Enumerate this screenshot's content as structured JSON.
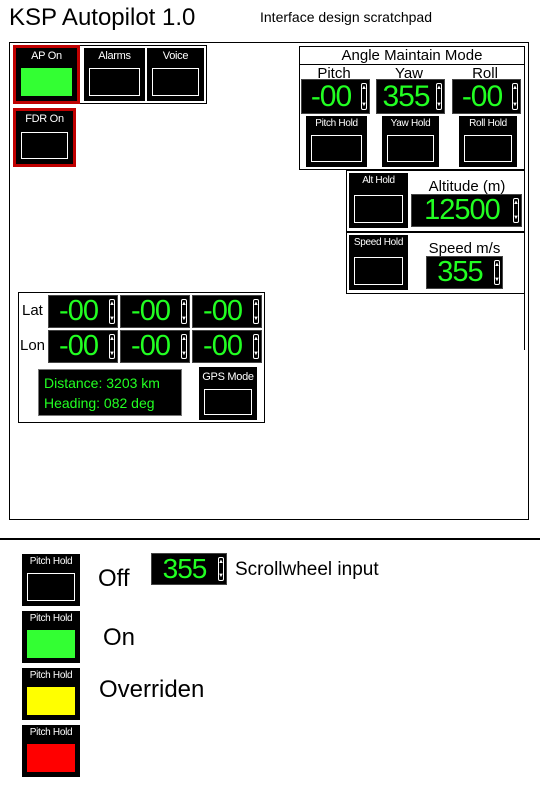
{
  "header": {
    "title": "KSP Autopilot 1.0",
    "subtitle": "Interface design scratchpad"
  },
  "buttons": {
    "ap_on": "AP On",
    "alarms": "Alarms",
    "voice": "Voice",
    "fdr_on": "FDR On",
    "pitch_hold": "Pitch Hold",
    "yaw_hold": "Yaw Hold",
    "roll_hold": "Roll Hold",
    "alt_hold": "Alt Hold",
    "speed_hold": "Speed Hold",
    "gps_mode": "GPS Mode"
  },
  "angle_mode": {
    "title": "Angle Maintain Mode",
    "pitch_label": "Pitch",
    "yaw_label": "Yaw",
    "roll_label": "Roll",
    "pitch_value": "-00",
    "yaw_value": "355",
    "roll_value": "-00"
  },
  "altitude": {
    "label": "Altitude (m)",
    "value": "12500"
  },
  "speed": {
    "label": "Speed m/s",
    "value": "355"
  },
  "gps": {
    "lat_label": "Lat",
    "lon_label": "Lon",
    "lat_values": [
      "-00",
      "-00",
      "-00"
    ],
    "lon_values": [
      "-00",
      "-00",
      "-00"
    ],
    "distance": "Distance: 3203 km",
    "heading": "Heading: 082 deg"
  },
  "legend": {
    "button_label": "Pitch Hold",
    "off": "Off",
    "on": "On",
    "overriden": "Overriden",
    "scroll_value": "355",
    "scroll_label": "Scrollwheel input"
  },
  "colors": {
    "on": "#33ff33",
    "overriden": "#ffff00",
    "alarm": "#ff0000",
    "lcd_text": "#22ff22"
  }
}
